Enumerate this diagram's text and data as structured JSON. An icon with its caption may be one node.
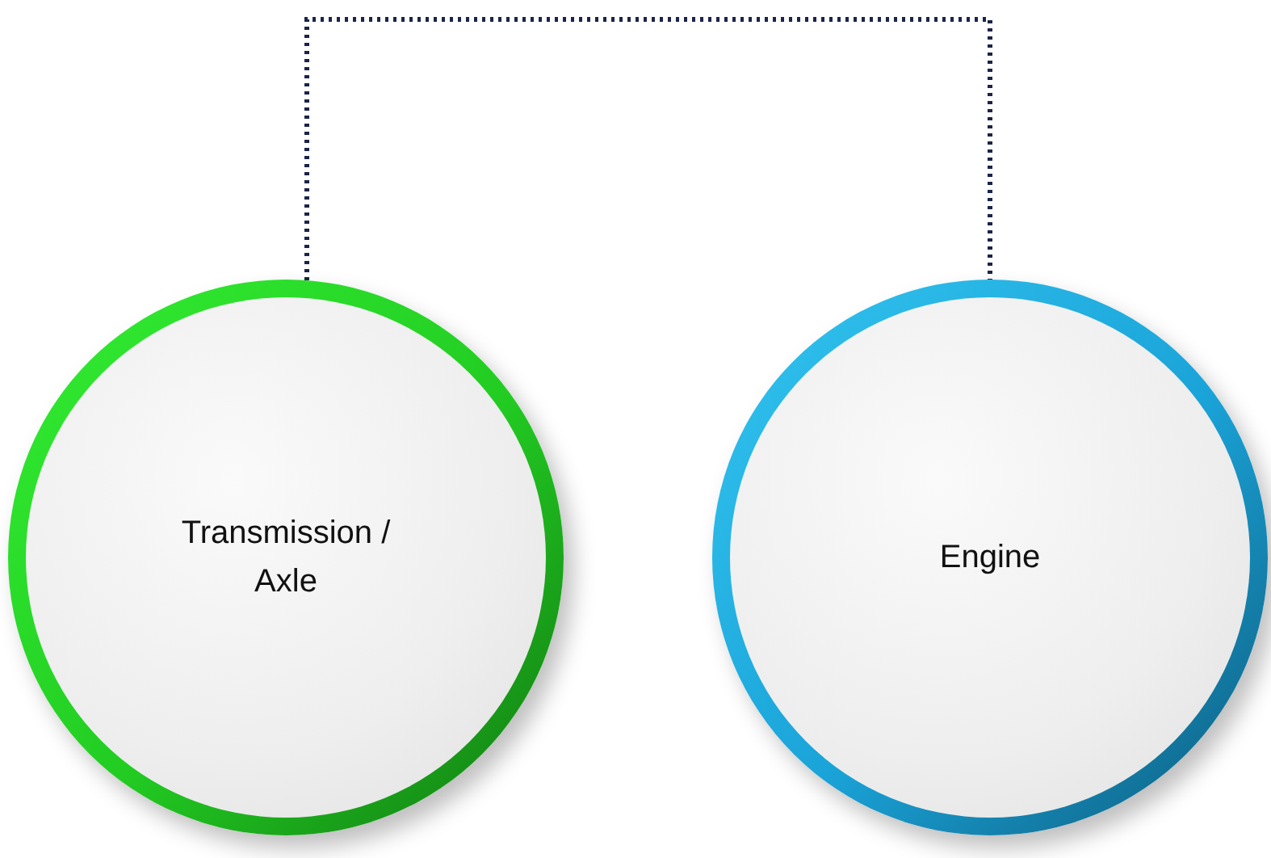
{
  "diagram": {
    "nodes": [
      {
        "text": [
          "Transmission / Axle"
        ]
      },
      {
        "text": [
          "Engine"
        ]
      }
    ],
    "edges": [
      {
        "from": 0,
        "to": 1,
        "arrow": "none",
        "style": "dashed"
      }
    ]
  }
}
